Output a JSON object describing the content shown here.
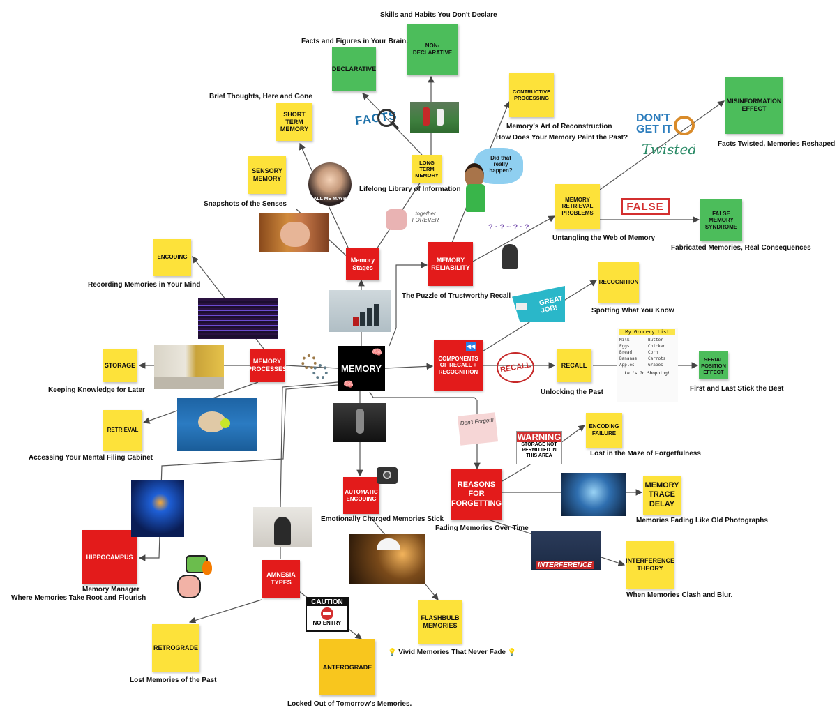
{
  "center": {
    "label": "MEMORY"
  },
  "nodes": {
    "memory_stages": "Memory Stages",
    "memory_processes": "MEMORY PROCESSES",
    "memory_reliability": "MEMORY RELIABILITY",
    "components": "COMPONENTS OF RECALL + RECOGNITION",
    "automatic_encoding": "AUTOMATIC ENCODING",
    "reasons_forgetting": "REASONS FOR FORGETTING",
    "amnesia_types": "AMNESIA TYPES",
    "hippocampus": "HIPPOCAMPUS",
    "declarative": "DECLARATIVE",
    "non_declarative": "NON-DECLARATIVE",
    "short_term": "SHORT TERM MEMORY",
    "sensory": "SENSORY MEMORY",
    "long_term": "LONG TERM MEMORY",
    "constructive": "CONTRUCTIVE PROCESSING",
    "retrieval_problems": "MEMORY RETRIEVAL PROBLEMS",
    "misinformation": "MISINFORMATION EFFECT",
    "false_memory": "FALSE MEMORY SYNDROME",
    "encoding": "ENCODING",
    "storage": "STORAGE",
    "retrieval": "RETRIEVAL",
    "recognition": "RECOGNITION",
    "recall": "RECALL",
    "serial_position": "SERIAL POSITION EFFECT",
    "encoding_failure": "ENCODING FAILURE",
    "trace_delay": "MEMORY TRACE DELAY",
    "interference_theory": "INTERFERENCE THEORY",
    "flashbulb": "FLASHBULB MEMORIES",
    "retrograde": "RETROGRADE",
    "anterograde": "ANTEROGRADE"
  },
  "captions": {
    "non_declarative": "Skills and Habits You Don't Declare",
    "declarative": "Facts and Figures in Your Brain.",
    "short_term": "Brief Thoughts, Here and Gone",
    "sensory": "Snapshots of the Senses",
    "long_term": "Lifelong Library of Information",
    "constructive_1": "Memory's Art of Reconstruction",
    "constructive_2": "How Does Your Memory Paint the Past?",
    "misinformation": "Facts Twisted, Memories Reshaped",
    "retrieval_problems": "Untangling the Web of Memory",
    "false_memory": "Fabricated Memories, Real Consequences",
    "encoding": "Recording Memories in Your Mind",
    "reliability": "The Puzzle of Trustworthy Recall",
    "recognition": "Spotting What You Know",
    "storage": "Keeping Knowledge for Later",
    "recall": "Unlocking the Past",
    "serial_position": "First and Last Stick the Best",
    "retrieval": "Accessing Your Mental Filing Cabinet",
    "encoding_failure": "Lost in the Maze of Forgetfulness",
    "trace_delay": "Memories Fading Like Old Photographs",
    "automatic_encoding": "Emotionally Charged Memories Stick",
    "forgetting": "Fading Memories Over Time",
    "hippocampus_1": "Memory Manager",
    "hippocampus_2": "Where Memories Take Root and Flourish",
    "interference": "When Memories Clash and Blur.",
    "flashbulb": "Vivid Memories That Never Fade",
    "retrograde": "Lost Memories of the Past",
    "anterograde": "Locked Out of Tomorrow's Memories."
  },
  "image_text": {
    "facts": "FACTS",
    "did_that_happen": "Did that really happen?",
    "call_me_maybe": "CALL ME MAYBE",
    "together_forever": "together FOREVER",
    "dont_get_it": "DON'T GET IT",
    "twisted": "Twisted",
    "false_stamp": "FALSE",
    "great_job": "GREAT JOB!",
    "recall_stamp": "RECALL",
    "grocery_title": "My Grocery List",
    "grocery_items": [
      "Milk",
      "Butter",
      "Eggs",
      "Chicken",
      "Bread",
      "Corn",
      "Bananas",
      "Carrots",
      "Apples",
      "Grapes"
    ],
    "grocery_footer": "Let's Go Shopping!",
    "dont_forget": "Don't Forget!!",
    "warning": "WARNING",
    "warning_sub": "STORAGE NOT PERMITTED IN THIS AREA",
    "caution": "CAUTION",
    "no_entry": "NO ENTRY",
    "interference": "INTERFERENCE"
  },
  "colors": {
    "red_note": "#e31b1b",
    "yellow_note": "#fde23a",
    "green_note": "#4cbd5b",
    "center": "#000000"
  }
}
